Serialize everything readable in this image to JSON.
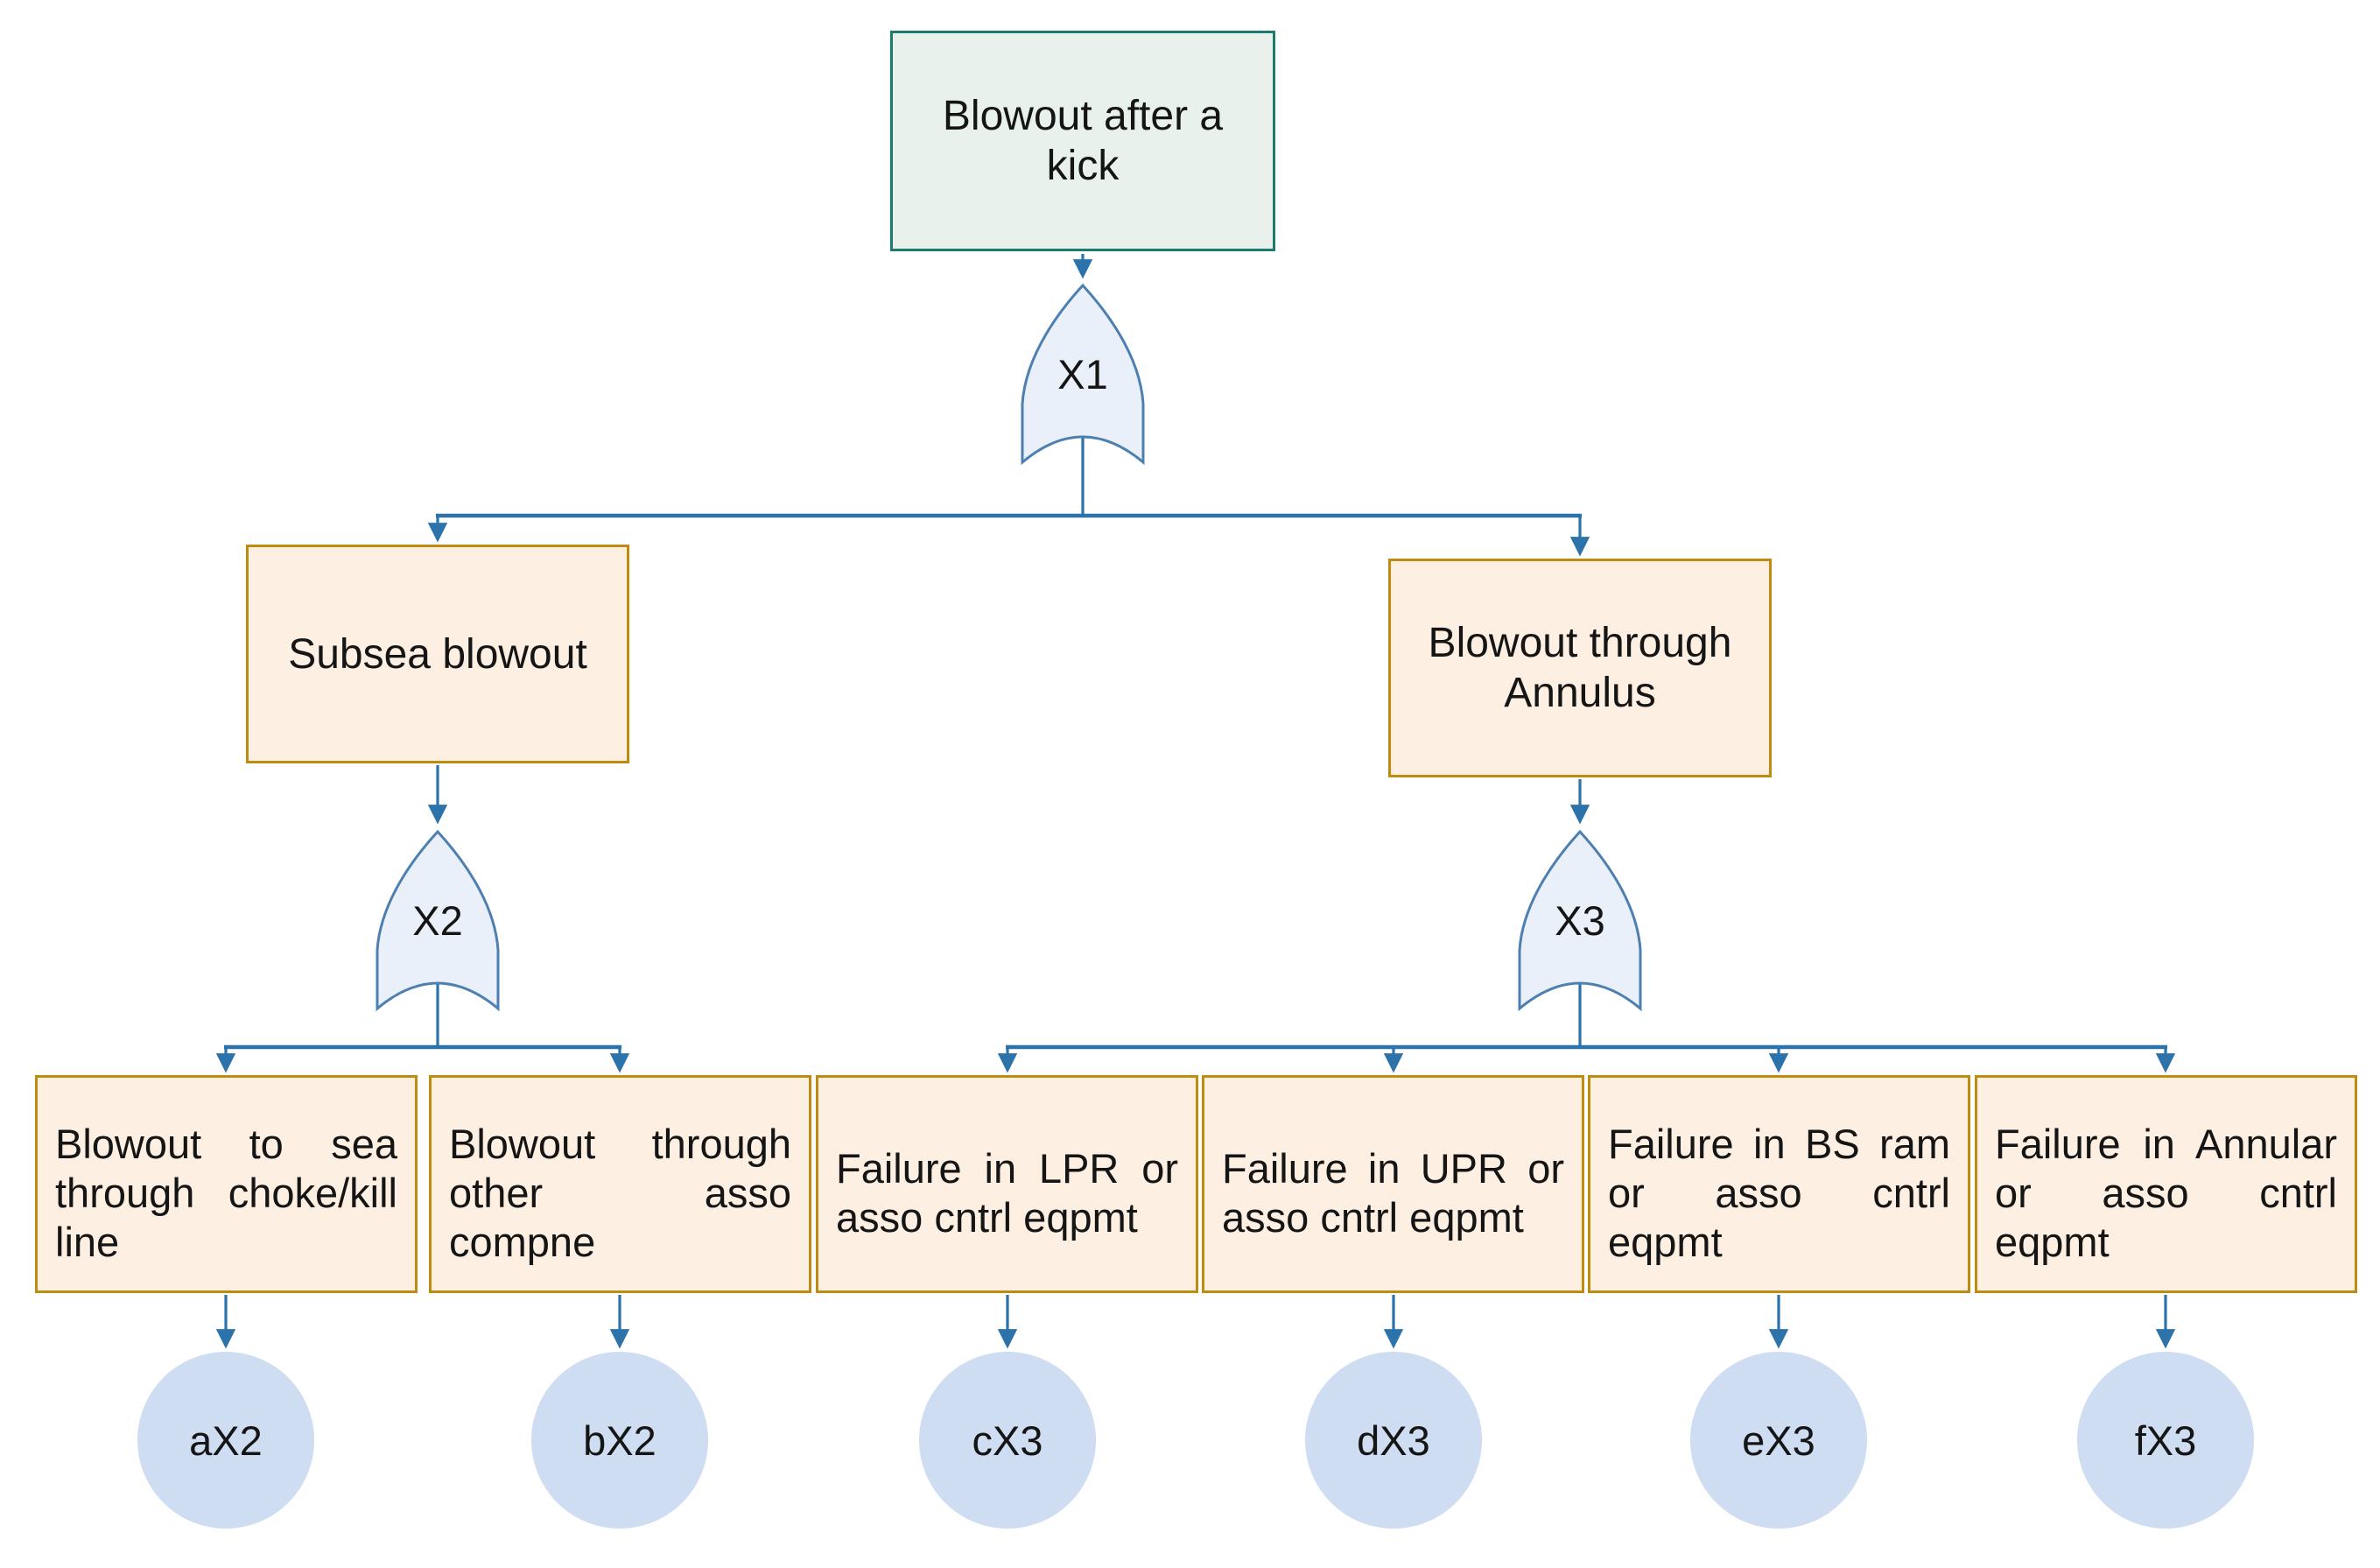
{
  "diagram": {
    "type": "fault-tree",
    "title": "Blowout after a kick"
  },
  "colors": {
    "line": "#2B73AA",
    "text": "#151515",
    "top_fill": "#E8F1EC",
    "top_border": "#1B7C6C",
    "event_fill": "#FDEFE1",
    "event_border": "#BE8C10",
    "gate_fill": "#EAF0F9",
    "gate_border": "#4D80B0",
    "basic_fill": "#CEDDF1"
  },
  "nodes": {
    "top_event": {
      "label": "Blowout after a kick",
      "lines": [
        "Blowout after a",
        "kick"
      ]
    },
    "gate_x1": {
      "label": "X1"
    },
    "subsea": {
      "label": "Subsea blowout",
      "lines": [
        "Subsea blowout"
      ]
    },
    "annulus": {
      "label": "Blowout through Annulus",
      "lines": [
        "Blowout through",
        "Annulus"
      ]
    },
    "gate_x2": {
      "label": "X2"
    },
    "gate_x3": {
      "label": "X3"
    },
    "leaf_1": {
      "label": "Blowout to sea through choke/kill line",
      "lines": [
        "Blowout to sea",
        "through choke/kill",
        "line"
      ]
    },
    "leaf_2": {
      "label": "Blowout through other asso compne",
      "lines": [
        "Blowout through",
        "other asso",
        "compne"
      ]
    },
    "leaf_3": {
      "label": "Failure in LPR or asso cntrl eqpmt",
      "lines": [
        "Failure in LPR or",
        "asso cntrl eqpmt"
      ]
    },
    "leaf_4": {
      "label": "Failure in UPR or asso cntrl eqpmt",
      "lines": [
        "Failure in UPR or",
        "asso cntrl eqpmt"
      ]
    },
    "leaf_5": {
      "label": "Failure in BS ram or asso cntrl eqpmt",
      "lines": [
        "Failure in BS ram",
        "or asso cntrl",
        "eqpmt"
      ]
    },
    "leaf_6": {
      "label": "Failure in Annular or asso cntrl eqpmt",
      "lines": [
        "Failure in Annular",
        "or asso cntrl",
        "eqpmt"
      ]
    },
    "basic_1": {
      "label": "aX2"
    },
    "basic_2": {
      "label": "bX2"
    },
    "basic_3": {
      "label": "cX3"
    },
    "basic_4": {
      "label": "dX3"
    },
    "basic_5": {
      "label": "eX3"
    },
    "basic_6": {
      "label": "fX3"
    }
  }
}
